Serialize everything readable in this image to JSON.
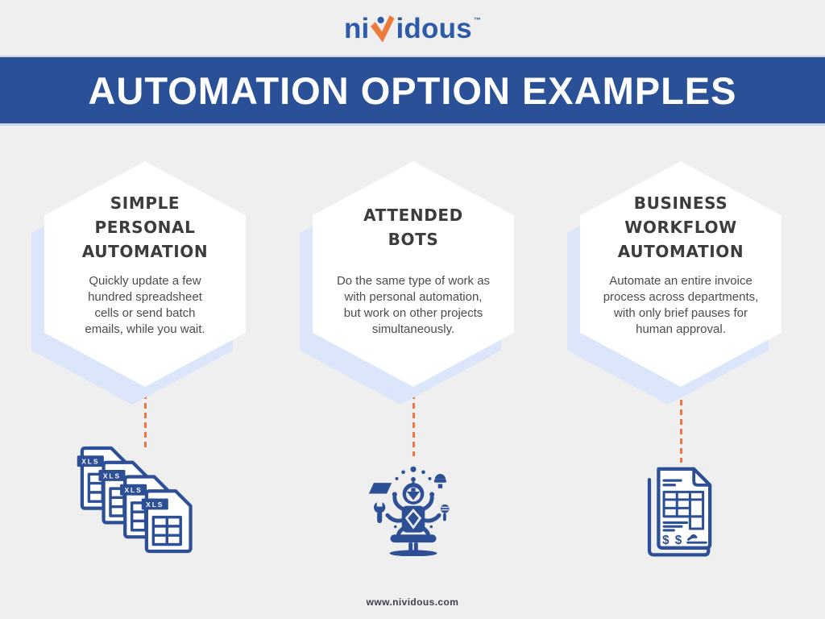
{
  "colors": {
    "banner_blue": "#2A5098",
    "logo_blue": "#2D5BA9",
    "brand_orange": "#ED7A3C",
    "dash_orange": "#EE7544",
    "icon_blue": "#2D4F96",
    "hex_shadow_blue": "#DBE6FA",
    "background_gray": "#EFEFEF"
  },
  "header": {
    "logo_prefix": "ni",
    "logo_suffix": "idous",
    "trademark": "™"
  },
  "banner": {
    "title": "AUTOMATION OPTION EXAMPLES"
  },
  "cards": [
    {
      "icon": "xls-documents-stack-icon",
      "title": "SIMPLE\nPERSONAL\nAUTOMATION",
      "description": "Quickly update a few\nhundred spreadsheet\ncells or send batch\nemails, while you wait."
    },
    {
      "icon": "multitasking-robot-icon",
      "title": "ATTENDED\nBOTS",
      "description": "Do the same type of work as\nwith personal automation,\nbut work on other projects\nsimultaneously."
    },
    {
      "icon": "invoice-documents-icon",
      "title": "BUSINESS\nWORKFLOW\nAUTOMATION",
      "description": "Automate an entire invoice\nprocess across departments,\nwith only brief pauses for\nhuman approval."
    }
  ],
  "icons": {
    "xls_label": "XLS",
    "invoice_dollars": "$ $"
  },
  "footer": {
    "website": "www.nividous.com"
  }
}
